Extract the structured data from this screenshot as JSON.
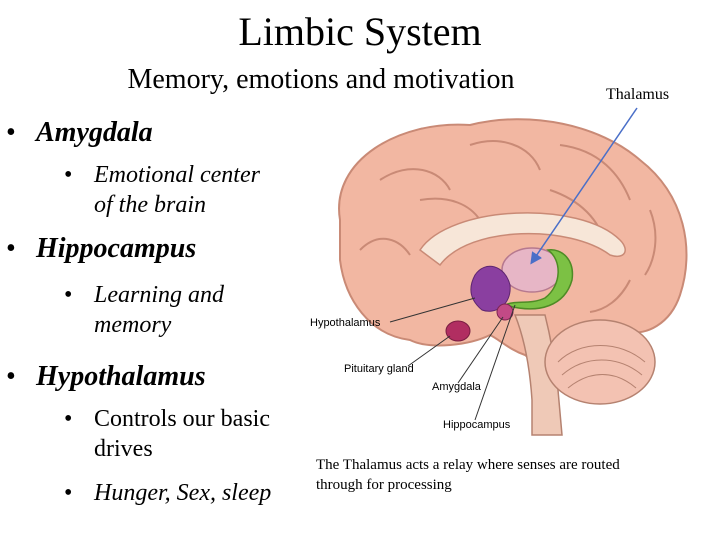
{
  "slide": {
    "title": "Limbic System",
    "subtitle": "Memory, emotions and motivation",
    "thalamus_label": "Thalamus",
    "bullets": [
      {
        "text": "Amygdala",
        "sub": [
          {
            "line1": "Emotional center",
            "line2": "of the brain"
          }
        ]
      },
      {
        "text": "Hippocampus",
        "sub": [
          {
            "line1": "Learning and",
            "line2": "memory"
          }
        ]
      },
      {
        "text": "Hypothalamus",
        "sub": [
          {
            "line1": "Controls our basic",
            "line2": "drives"
          },
          {
            "line1": "Hunger, Sex, sleep"
          }
        ]
      }
    ],
    "caption": {
      "line1": "The Thalamus acts a relay where senses are routed",
      "line2": "through for processing"
    }
  },
  "diagram": {
    "labels": {
      "hypothalamus": "Hypothalamus",
      "pituitary": "Pituitary gland",
      "amygdala": "Amygdala",
      "hippocampus": "Hippocampus"
    }
  },
  "colors": {
    "cortex": "#f2b7a2",
    "thalamus": "#e7b6c6",
    "amygdala": "#c24a86",
    "hippocampus": "#7cc144",
    "hypothalamus": "#8a3fa0",
    "pituitary": "#b12e61",
    "arrow": "#4a6fc8"
  }
}
